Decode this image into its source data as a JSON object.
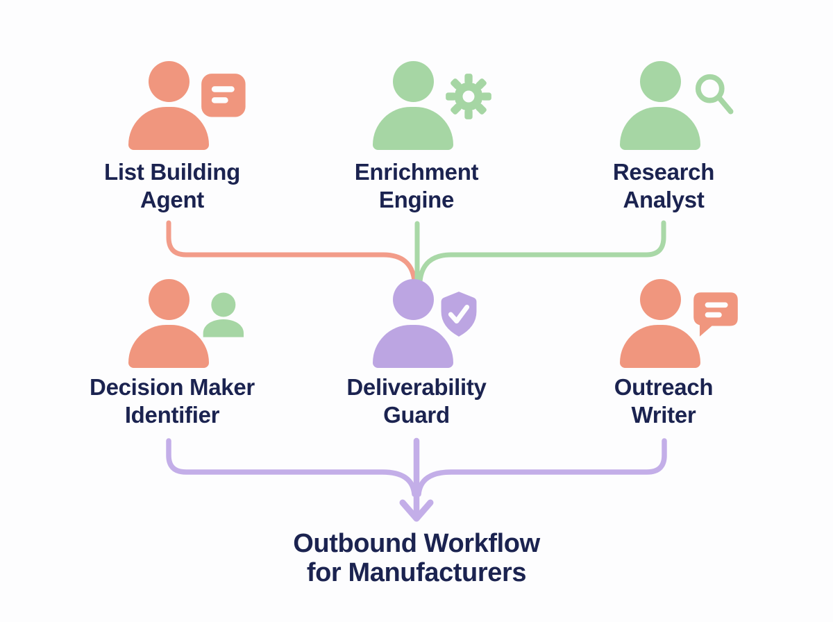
{
  "diagram": {
    "background": "#FDFDFE",
    "title": {
      "line1": "Outbound Workflow",
      "line2": "for Manufacturers"
    },
    "nodes": [
      {
        "label_line1": "List Building",
        "label_line2": "Agent",
        "color": "#F0967E",
        "badge": "list-card"
      },
      {
        "label_line1": "Enrichment",
        "label_line2": "Engine",
        "color": "#A6D6A4",
        "badge": "gear"
      },
      {
        "label_line1": "Research",
        "label_line2": "Analyst",
        "color": "#A6D6A4",
        "badge": "magnifier"
      },
      {
        "label_line1": "Decision Maker",
        "label_line2": "Identifier",
        "color": "#F0967E",
        "badge": "mini-person"
      },
      {
        "label_line1": "Deliverability",
        "label_line2": "Guard",
        "color": "#BCA5E2",
        "badge": "shield-check"
      },
      {
        "label_line1": "Outreach",
        "label_line2": "Writer",
        "color": "#F0967E",
        "badge": "chat-bubble"
      }
    ],
    "colors": {
      "coral": "#F0967E",
      "green": "#A6D6A4",
      "purple": "#BCA5E2",
      "connector_coral": "#F29C89",
      "connector_green": "#A9D8A7",
      "connector_purple": "#C3AEE8",
      "label_text": "#1B2350"
    }
  }
}
